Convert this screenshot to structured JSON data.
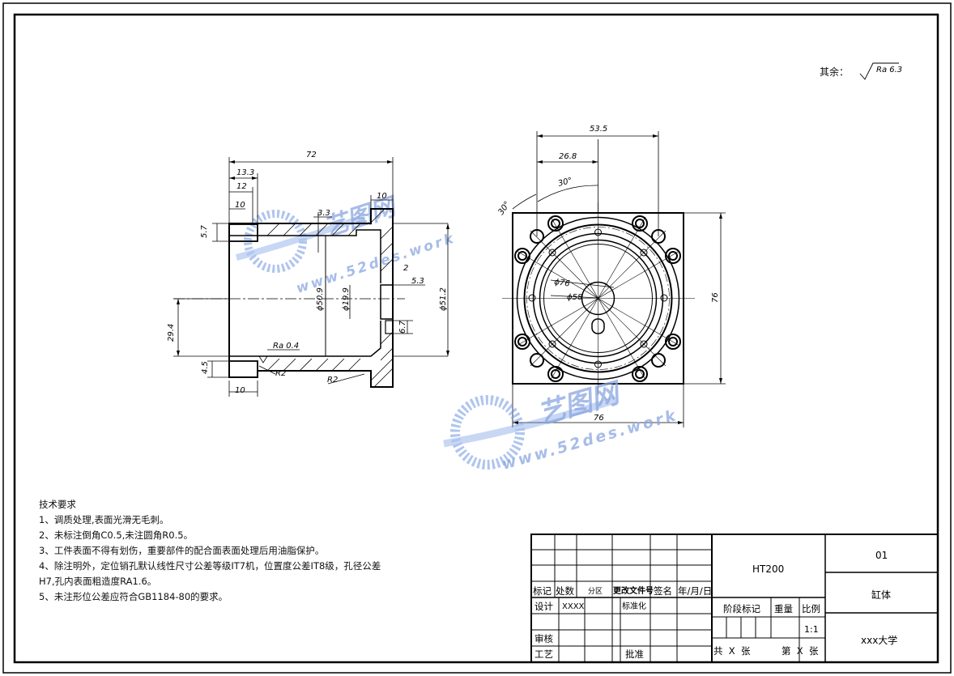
{
  "surface_note": {
    "label": "其余：",
    "ra": "Ra 6.3"
  },
  "technical_requirements": {
    "title": "技术要求",
    "items": [
      "1、调质处理,表面光滑无毛刺。",
      "2、未标注倒角C0.5,未注圆角R0.5。",
      "3、工件表面不得有划伤，重要部件的配合面表面处理后用油脂保护。",
      "4、除注明外，定位销孔默认线性尺寸公差等级IT7机，位置度公差IT8级，孔径公差",
      "H7,孔内表面粗造度RA1.6。",
      "5、未注形位公差应符合GB1184-80的要求。"
    ]
  },
  "dimensions_left": {
    "overall_length": "72",
    "d13_3": "13.3",
    "d12": "12",
    "d10_top": "10",
    "d10_right": "10",
    "d3_3": "3.3",
    "d5_7": "5.7",
    "d2": "2",
    "d5_3": "5.3",
    "d50_9": "ϕ50.9",
    "d19_9": "ϕ19.9",
    "d51_2": "ϕ51.2",
    "d6_7": "6.7",
    "d29_4": "29.4",
    "d4_5": "4.5",
    "d10_bottom": "10",
    "ra04": "Ra 0.4",
    "r2_a": "R2",
    "r2_b": "R2"
  },
  "dimensions_right": {
    "d53_5": "53.5",
    "d26_8": "26.8",
    "a30_a": "30°",
    "a30_b": "30°",
    "d76_right": "76",
    "d76_bottom": "76",
    "phi76": "ϕ76",
    "phi58": "ϕ58"
  },
  "watermark": {
    "brand": "艺图网",
    "url": "www.52des.work"
  },
  "title_block": {
    "material": "HT200",
    "drawing_no": "01",
    "part_name": "缸体",
    "school": "xxx大学",
    "scale_value": "1:1",
    "headers": [
      "标记",
      "处数",
      "分区",
      "更改文件号",
      "签名",
      "年/月/日"
    ],
    "design": "设计",
    "designer": "XXXX",
    "standardize": "标准化",
    "stage_mark": "阶段标记",
    "weight": "重量",
    "scale": "比例",
    "review": "审核",
    "process": "工艺",
    "approve": "批准",
    "sheets": "共  X  张",
    "sheet_no": "第  X  张"
  }
}
